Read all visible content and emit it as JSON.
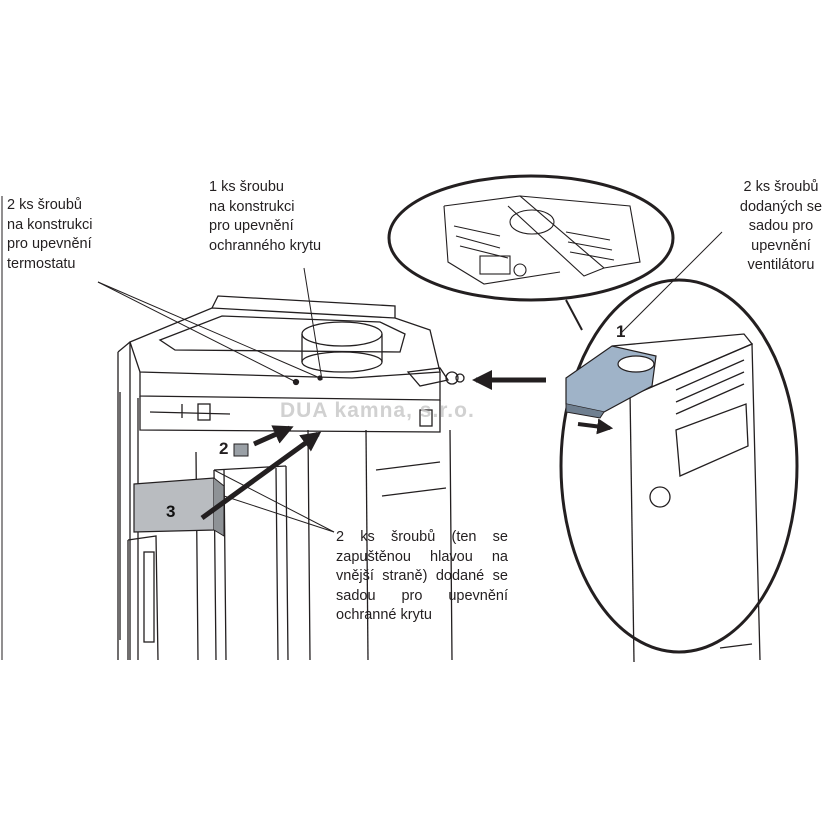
{
  "callouts": {
    "thermostat": "2 ks šroubů\nna konstrukci\npro upevnění\ntermostatu",
    "cover_screw": "1 ks šroubu\nna konstrukci\npro upevnění\nochranného krytu",
    "fan_screws": "2 ks šroubů\ndodaných se\nsadou pro\nupevnění\nventilátoru",
    "hidden_head_screws": "2 ks šroubů (ten se zapuštěnou hlavou na vnější straně) dodané se sadou pro upevnění ochranné krytu"
  },
  "markers": [
    "1",
    "2",
    "3"
  ],
  "watermark": "DUA kamna, s.r.o.",
  "colors": {
    "line": "#231f20",
    "arrow": "#231f20",
    "fan_part": "#9fb3c8",
    "cover_plate": "#b9bcc0",
    "background": "#ffffff"
  }
}
